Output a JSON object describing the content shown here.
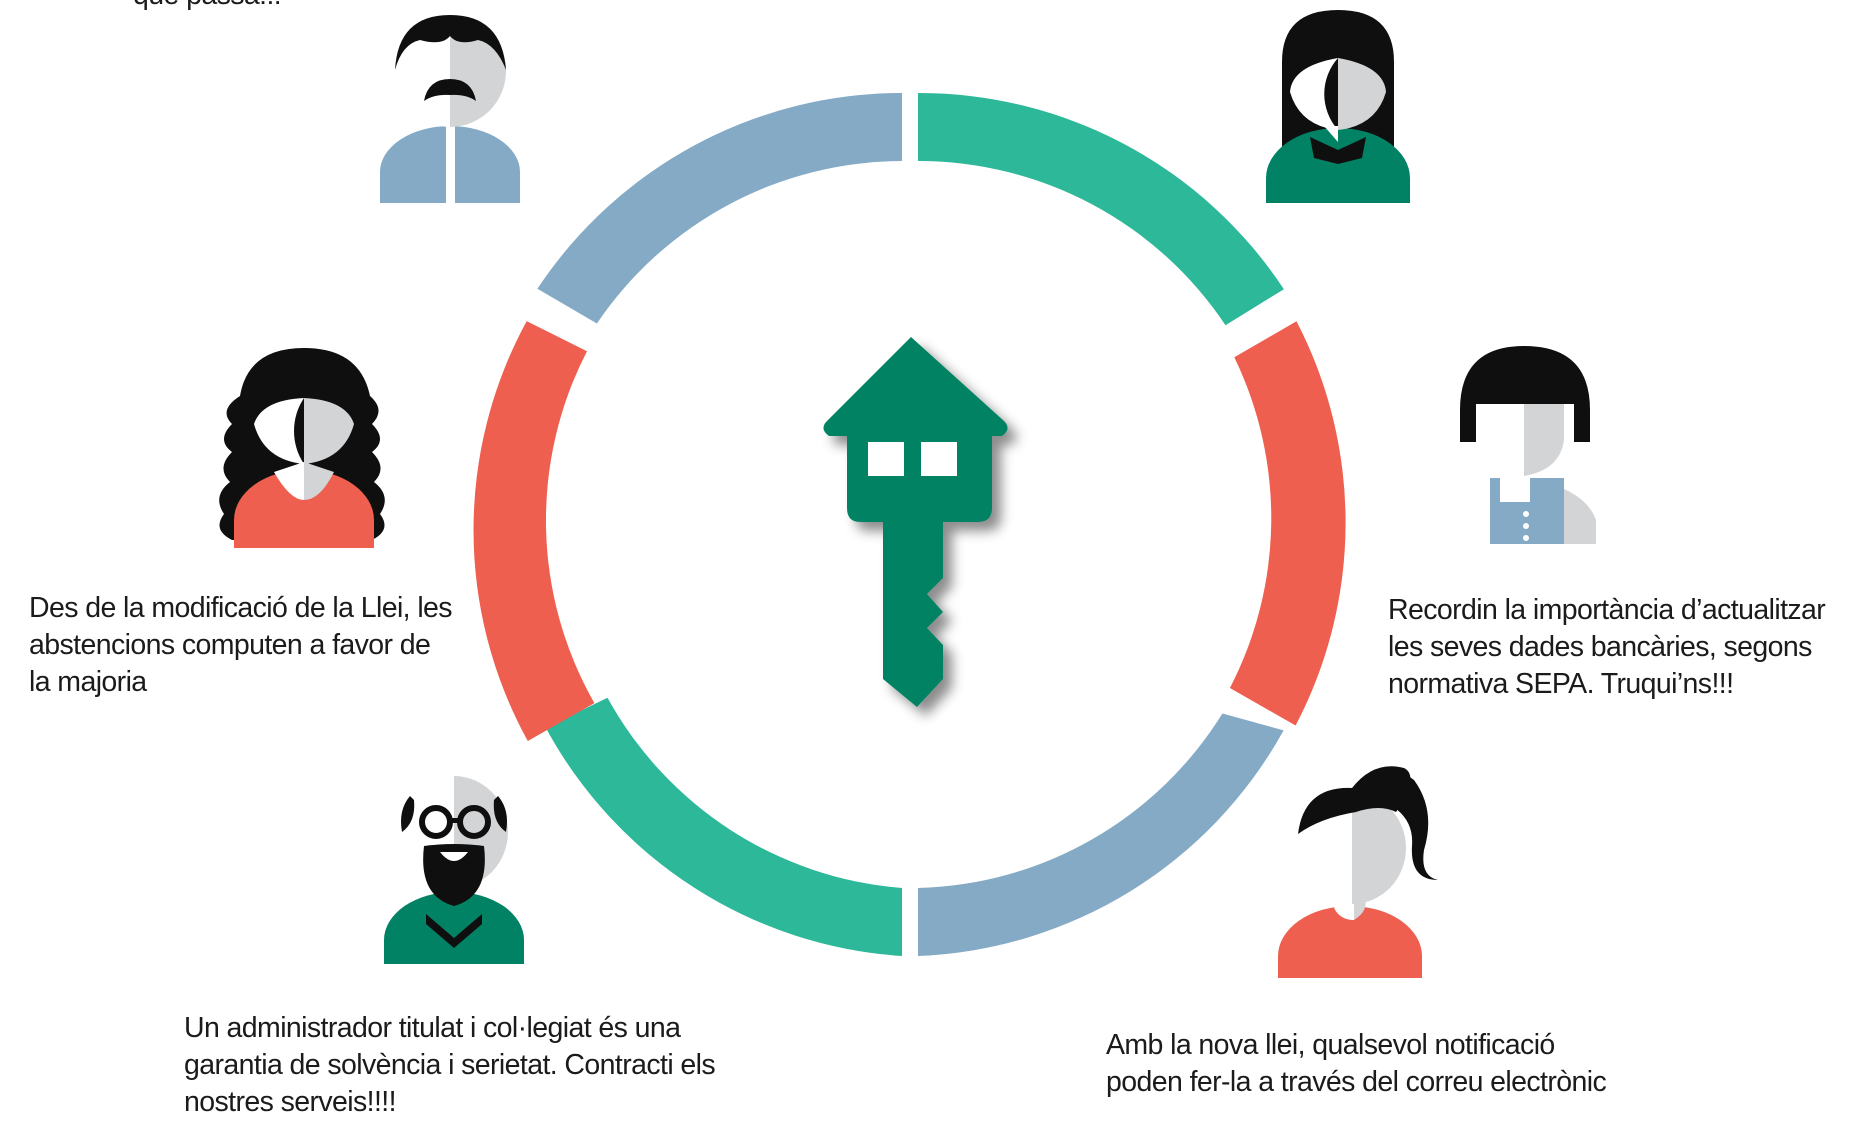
{
  "captions": {
    "top_left": [
      "què passa!!!"
    ],
    "left": [
      "Des de la modificació de la Llei, les",
      "abstencions computen a favor de",
      "la majoria"
    ],
    "right": [
      "Recordin la importància d’actualitzar",
      "les seves dades bancàries, segons",
      "normativa SEPA. Truqui’ns!!!"
    ],
    "bottom_left": [
      "Un administrador titulat i col·legiat és una",
      "garantia de solvència i serietat. Contracti els",
      "nostres serveis!!!!"
    ],
    "bottom_right": [
      "Amb la nova llei, qualsevol notificació",
      "poden fer-la a través del correu electrònic"
    ]
  },
  "colors": {
    "green": "#2db89a",
    "dark_green": "#028264",
    "coral": "#ee5f50",
    "blue": "#84aac6",
    "grey": "#d3d4d6",
    "black": "#0f0f0f"
  },
  "ring_segments": [
    "blue",
    "green",
    "coral",
    "blue",
    "green",
    "coral"
  ],
  "center_icon": "house-key-icon",
  "people": [
    {
      "name": "man-mustache-avatar",
      "shirt": "blue"
    },
    {
      "name": "woman-long-hair-avatar",
      "shirt": "dark_green"
    },
    {
      "name": "woman-curly-hair-avatar",
      "shirt": "coral"
    },
    {
      "name": "woman-bangs-avatar",
      "shirt": "blue"
    },
    {
      "name": "bald-man-glasses-avatar",
      "shirt": "dark_green"
    },
    {
      "name": "woman-ponytail-avatar",
      "shirt": "coral"
    }
  ]
}
